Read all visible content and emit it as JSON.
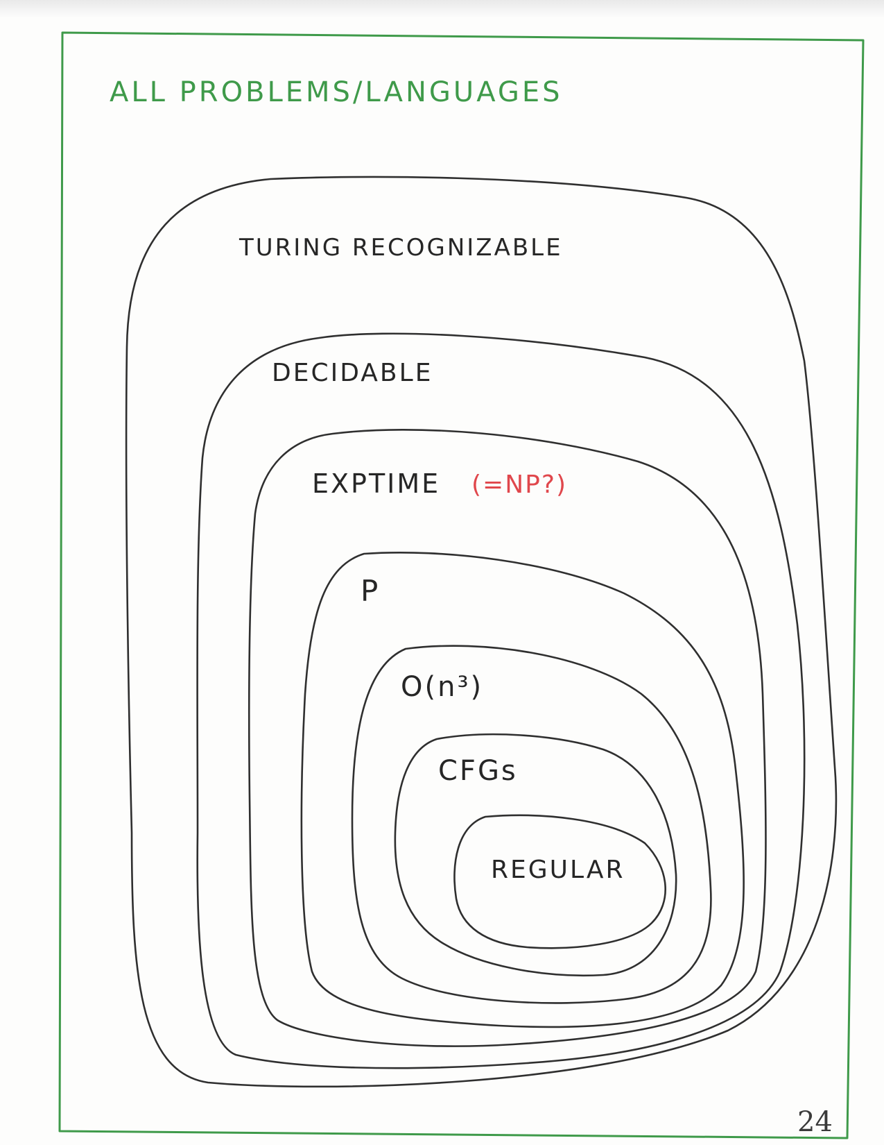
{
  "diagram": {
    "title": "ALL PROBLEMS/LANGUAGES",
    "regions": [
      {
        "label": "TURING RECOGNIZABLE"
      },
      {
        "label": "DECIDABLE"
      },
      {
        "label": "EXPTIME",
        "note": "(=NP?)"
      },
      {
        "label": "P"
      },
      {
        "label": "O(n³)"
      },
      {
        "label": "CFGs"
      },
      {
        "label": "REGULAR"
      }
    ],
    "page_number": "24"
  },
  "colors": {
    "frame": "#3f9a4a",
    "title": "#3f9a4a",
    "ink": "#2f2f2f",
    "note": "#e0474c"
  }
}
